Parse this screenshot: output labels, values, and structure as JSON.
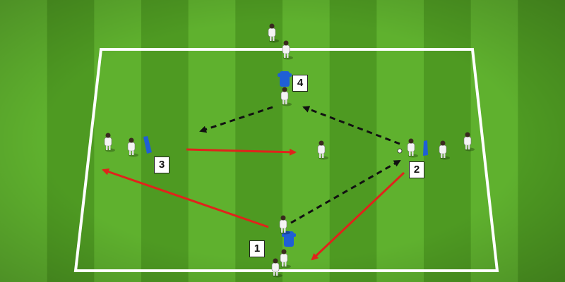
{
  "diagram": {
    "colors": {
      "grass_light": "#5fb12e",
      "grass_dark": "#4e9a22",
      "boundary": "#ffffff",
      "pass_arrow": "#111111",
      "run_arrow": "#e0231b",
      "player_kit": "#f4f4f4",
      "mannequin": "#1f5fd6"
    },
    "stations": [
      {
        "id": "1",
        "label": "1"
      },
      {
        "id": "2",
        "label": "2"
      },
      {
        "id": "3",
        "label": "3"
      },
      {
        "id": "4",
        "label": "4"
      }
    ],
    "arrows": [
      {
        "from": "player-1",
        "to": "player-2",
        "kind": "pass"
      },
      {
        "from": "player-2",
        "to": "player-4",
        "kind": "pass"
      },
      {
        "from": "player-4",
        "to": "station-3",
        "kind": "pass"
      },
      {
        "from": "station-3",
        "to": "center-player",
        "kind": "run"
      },
      {
        "from": "player-1",
        "to": "station-3",
        "kind": "run"
      },
      {
        "from": "player-2",
        "to": "station-1",
        "kind": "run"
      }
    ]
  }
}
